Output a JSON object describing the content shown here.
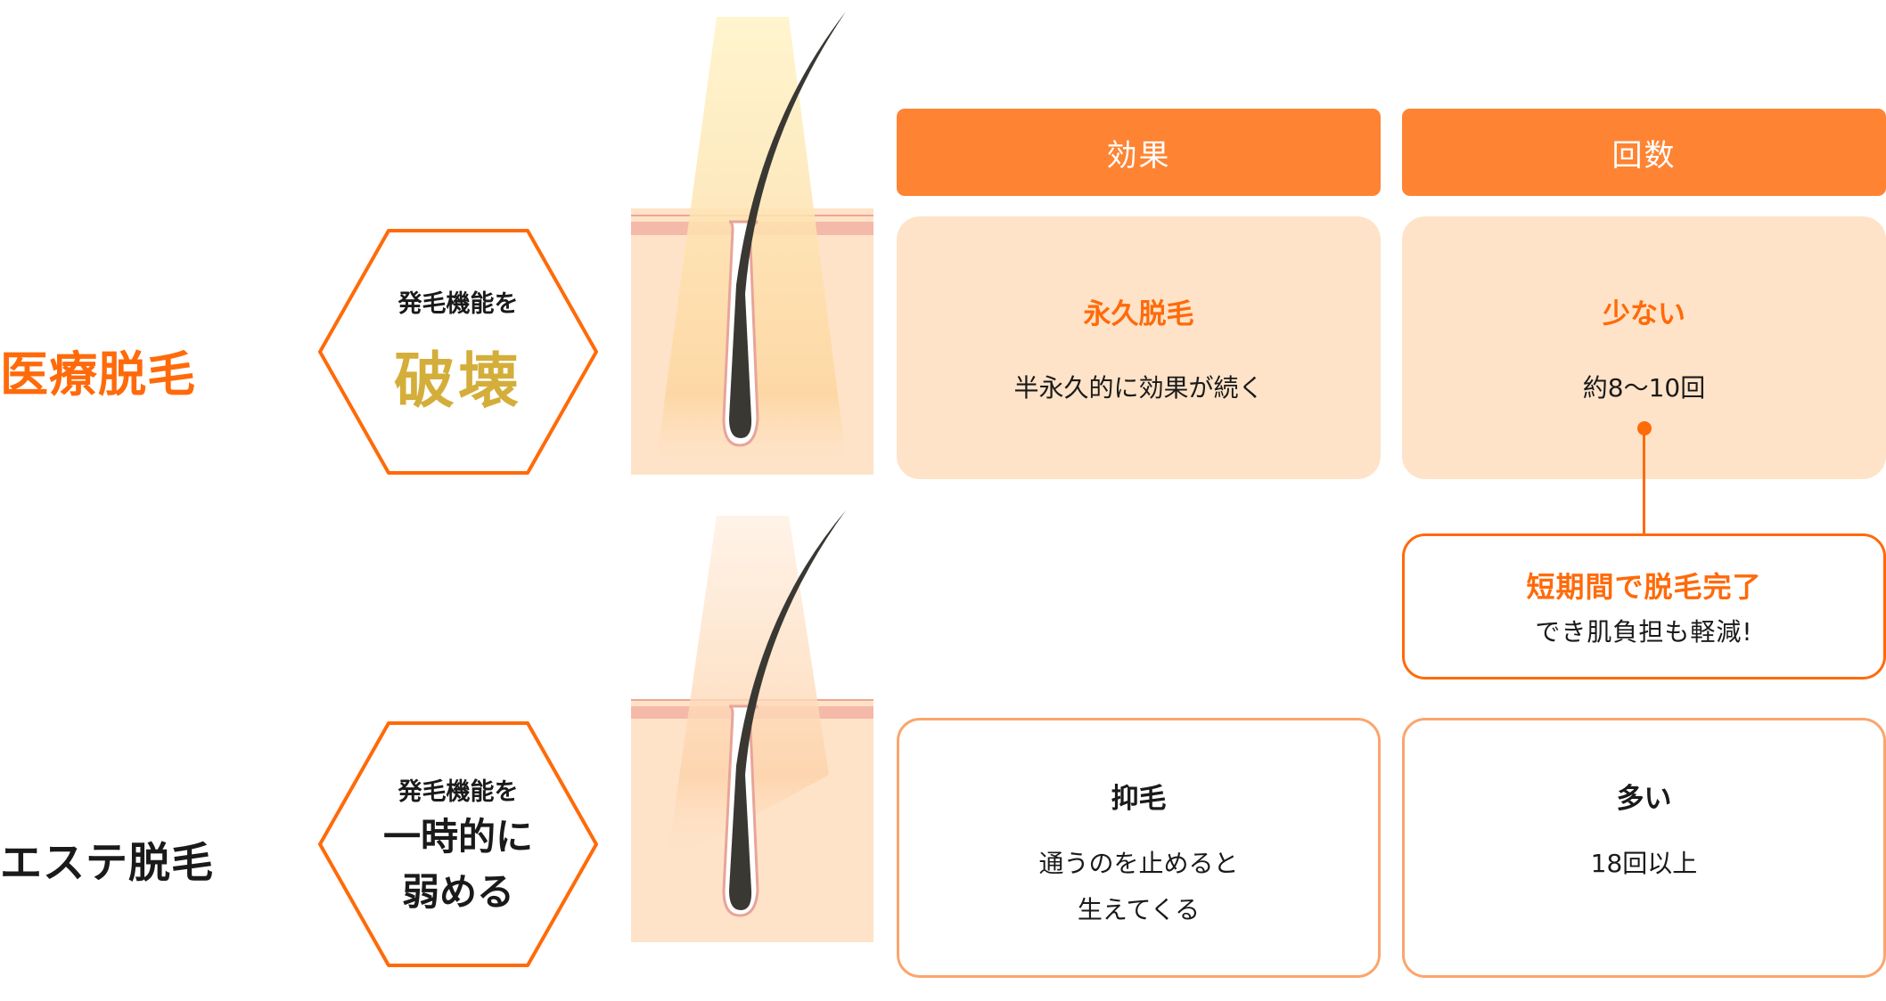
{
  "rows": {
    "medical": {
      "label": "医療脱毛",
      "hexagon": {
        "line1": "発毛機能を",
        "emphasis": "破壊"
      }
    },
    "esthe": {
      "label": "エステ脱毛",
      "hexagon": {
        "line1": "発毛機能を",
        "emphasis_line1": "一時的に",
        "emphasis_line2": "弱める"
      }
    }
  },
  "columns": {
    "effect": {
      "header": "効果"
    },
    "count": {
      "header": "回数"
    }
  },
  "cells": {
    "medical_effect": {
      "title": "永久脱毛",
      "desc": "半永久的に効果が続く"
    },
    "medical_count": {
      "title": "少ない",
      "desc": "約8〜10回"
    },
    "esthe_effect": {
      "title": "抑毛",
      "desc_line1": "通うのを止めると",
      "desc_line2": "生えてくる"
    },
    "esthe_count": {
      "title": "多い",
      "desc": "18回以上"
    }
  },
  "callout": {
    "headline": "短期間で脱毛完了",
    "body": "でき肌負担も軽減!"
  },
  "colors": {
    "accent_orange": "#ff6a0a",
    "header_orange": "#fe8433",
    "card_fill": "#fee3c8",
    "card_border": "#fba56c",
    "gold": "#d4ae3a",
    "hair": "#3a3832",
    "skin": "#fee3c8",
    "epidermis": "#f4b9a8",
    "beam_medical": "#fff0c8",
    "beam_esthe": "#fff0e2"
  }
}
